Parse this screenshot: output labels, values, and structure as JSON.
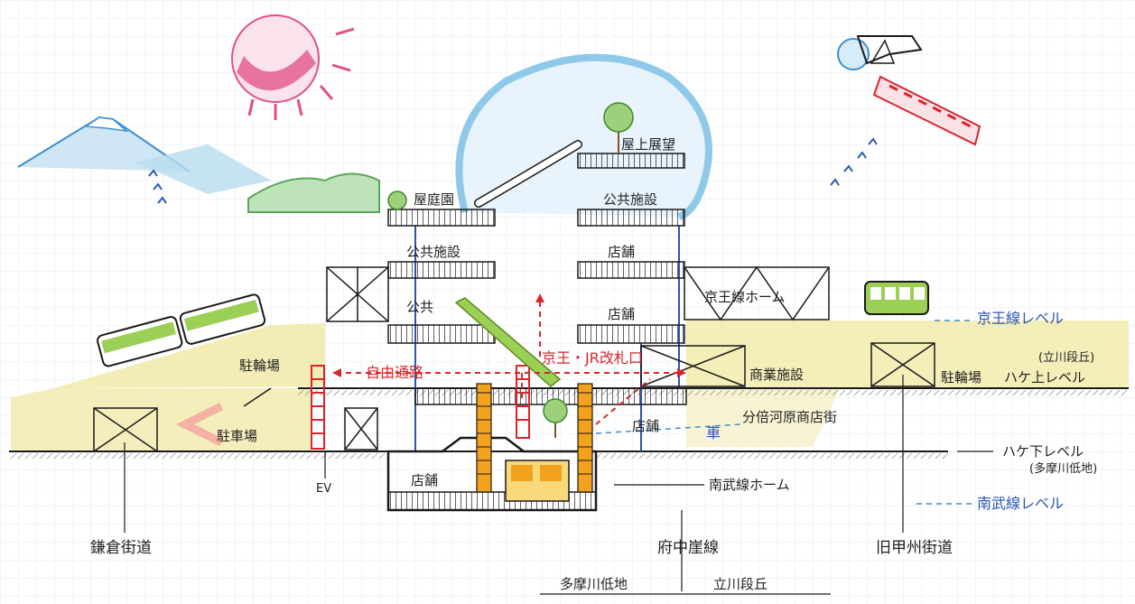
{
  "labels": {
    "rooftop_observation": "屋上展望",
    "roof_garden": "屋庭園",
    "public_facility_top_right": "公共施設",
    "public_facility_left": "公共施設",
    "shops_right_upper": "店舗",
    "public_left": "公共",
    "shops_right_lower": "店舗",
    "keio_platform": "京王線ホーム",
    "keio_level": "京王線レベル",
    "hake_upper_sub": "(立川段丘)",
    "bicycle_parking_right": "駐輪場",
    "hake_upper_level": "ハケ上レベル",
    "bicycle_parking_left": "駐輪場",
    "free_passage": "自由通路",
    "ticket_gate": "京王・JR改札口",
    "commercial_facility": "商業施設",
    "bunbaigawara_street": "分倍河原商店街",
    "shops_mid": "店舗",
    "car": "車",
    "car_parking": "駐車場",
    "hake_lower_level": "ハケ下レベル",
    "hake_lower_sub": "(多摩川低地)",
    "elevator": "EV",
    "shops_basement": "店舗",
    "nambu_platform": "南武線ホーム",
    "nambu_level": "南武線レベル",
    "kamakura_road": "鎌倉街道",
    "fuchu_cliff": "府中崖線",
    "old_koshu_road": "旧甲州街道",
    "tamagawa_lowland": "多摩川低地",
    "tachikawa_terrace": "立川段丘"
  },
  "colors": {
    "sky_blue": "#3f8fcf",
    "dome_blue": "#7cc0e6",
    "sun_pink": "#e04f86",
    "red_route": "#d8262b",
    "train_green": "#7ab52e",
    "ground_yellow": "#f0e9a5",
    "hill_green": "#5aa65a",
    "orange_shaft": "#f2a21d",
    "ink": "#1a1a1a"
  },
  "icons": [
    "sun-icon",
    "mount-fuji-icon",
    "balloon-icon",
    "banner-icon",
    "tree-icon",
    "train-icon",
    "birds-icon"
  ]
}
